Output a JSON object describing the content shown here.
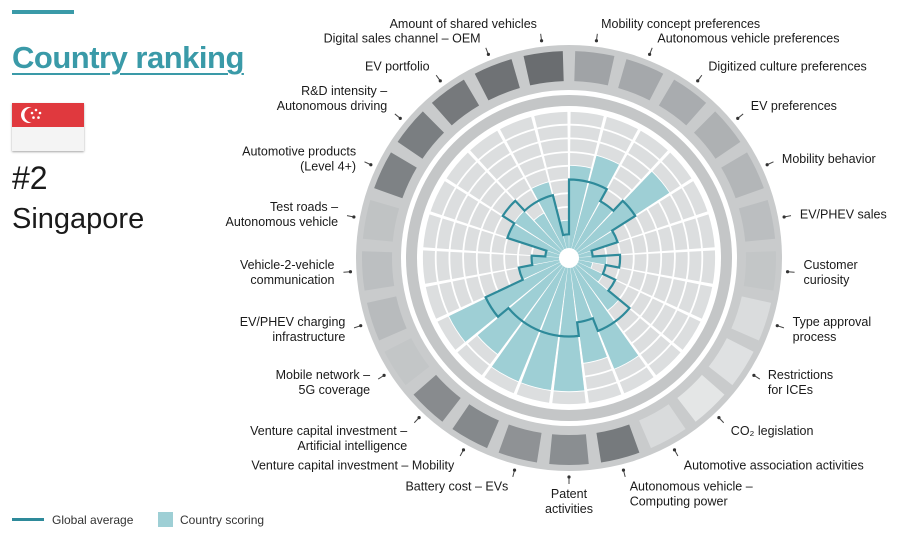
{
  "header": {
    "title": "Country ranking",
    "rank": "#2",
    "country": "Singapore"
  },
  "legend": {
    "global_average": "Global average",
    "country_scoring": "Country scoring"
  },
  "colors": {
    "accent": "#3a9aa8",
    "country_fill": "#9ecfd5",
    "average_line": "#2e8a9a",
    "flag_red": "#e0393e",
    "flag_white": "#f4f4f4"
  },
  "chart_data": {
    "type": "radar",
    "scale": {
      "min": 0,
      "max": 10,
      "rings": 10
    },
    "categories": [
      "Mobility concept preferences",
      "Autonomous vehicle preferences",
      "Digitized culture preferences",
      "EV preferences",
      "Mobility behavior",
      "EV/PHEV sales",
      "Customer curiosity",
      "Type approval process",
      "Restrictions for ICEs",
      "CO₂ legislation",
      "Automotive association activities",
      "Autonomous vehicle – Computing power",
      "Patent activities",
      "Battery cost – EVs",
      "Venture capital investment – Mobility",
      "Venture capital investment – Artificial intelligence",
      "Mobile network – 5G coverage",
      "EV/PHEV charging infrastructure",
      "Vehicle-2-vehicle communication",
      "Test roads – Autonomous vehicle",
      "Automotive products (Level 4+)",
      "R&D intensity – Autonomous driving",
      "EV portfolio",
      "Digital sales channel – OEM",
      "Amount of shared vehicles"
    ],
    "series": [
      {
        "name": "Country scoring",
        "values": [
          6,
          7,
          4,
          8,
          3,
          1,
          2,
          1,
          2,
          4,
          8,
          7,
          9,
          9,
          9,
          8,
          9,
          3,
          2,
          1,
          4,
          4,
          3,
          5,
          2
        ]
      },
      {
        "name": "Global average",
        "values": [
          5,
          5,
          4,
          5,
          3,
          1,
          3,
          2,
          3,
          5,
          5,
          4,
          5,
          5,
          5,
          5,
          6,
          3,
          2,
          1,
          4,
          5,
          4,
          4,
          1
        ]
      }
    ],
    "outer_ring_shades": [
      "#a0a3a6",
      "#a5a8ab",
      "#a9acaf",
      "#aeb1b3",
      "#b3b6b8",
      "#bbbec0",
      "#c3c6c7",
      "#dadcdd",
      "#dfe1e2",
      "#e4e6e6",
      "#d9dbdc",
      "#767a7d",
      "#8a8e91",
      "#8f9295",
      "#85898c",
      "#888b8e",
      "#c3c6c7",
      "#b8bbbd",
      "#bcbfc1",
      "#c0c3c4",
      "#7e8285",
      "#7a7e81",
      "#76797c",
      "#6f7275",
      "#6a6d70"
    ],
    "labels": [
      {
        "lines": [
          "Mobility concept preferences"
        ],
        "anchor": "start"
      },
      {
        "lines": [
          "Autonomous vehicle preferences"
        ],
        "anchor": "start"
      },
      {
        "lines": [
          "Digitized culture preferences"
        ],
        "anchor": "start"
      },
      {
        "lines": [
          "EV preferences"
        ],
        "anchor": "start"
      },
      {
        "lines": [
          "Mobility behavior"
        ],
        "anchor": "start"
      },
      {
        "lines": [
          "EV/PHEV sales"
        ],
        "anchor": "start"
      },
      {
        "lines": [
          "Customer",
          "curiosity"
        ],
        "anchor": "start"
      },
      {
        "lines": [
          "Type approval",
          "process"
        ],
        "anchor": "start"
      },
      {
        "lines": [
          "Restrictions",
          "for ICEs"
        ],
        "anchor": "start"
      },
      {
        "lines": [
          "CO₂ legislation"
        ],
        "anchor": "start"
      },
      {
        "lines": [
          "Automotive association activities"
        ],
        "anchor": "start"
      },
      {
        "lines": [
          "Autonomous vehicle –",
          "Computing power"
        ],
        "anchor": "start"
      },
      {
        "lines": [
          "Patent",
          "activities"
        ],
        "anchor": "middle"
      },
      {
        "lines": [
          "Battery cost – EVs"
        ],
        "anchor": "end"
      },
      {
        "lines": [
          "Venture capital investment – Mobility"
        ],
        "anchor": "end"
      },
      {
        "lines": [
          "Venture capital investment –",
          "Artificial intelligence"
        ],
        "anchor": "end"
      },
      {
        "lines": [
          "Mobile network –",
          "5G coverage"
        ],
        "anchor": "end"
      },
      {
        "lines": [
          "EV/PHEV charging",
          "infrastructure"
        ],
        "anchor": "end"
      },
      {
        "lines": [
          "Vehicle-2-vehicle",
          "communication"
        ],
        "anchor": "end"
      },
      {
        "lines": [
          "Test roads –",
          "Autonomous vehicle"
        ],
        "anchor": "end"
      },
      {
        "lines": [
          "Automotive products",
          "(Level 4+)"
        ],
        "anchor": "end"
      },
      {
        "lines": [
          "R&D intensity –",
          "Autonomous driving"
        ],
        "anchor": "end"
      },
      {
        "lines": [
          "EV portfolio"
        ],
        "anchor": "end"
      },
      {
        "lines": [
          "Digital sales  channel – OEM"
        ],
        "anchor": "end"
      },
      {
        "lines": [
          "Amount of shared vehicles"
        ],
        "anchor": "end"
      }
    ]
  }
}
